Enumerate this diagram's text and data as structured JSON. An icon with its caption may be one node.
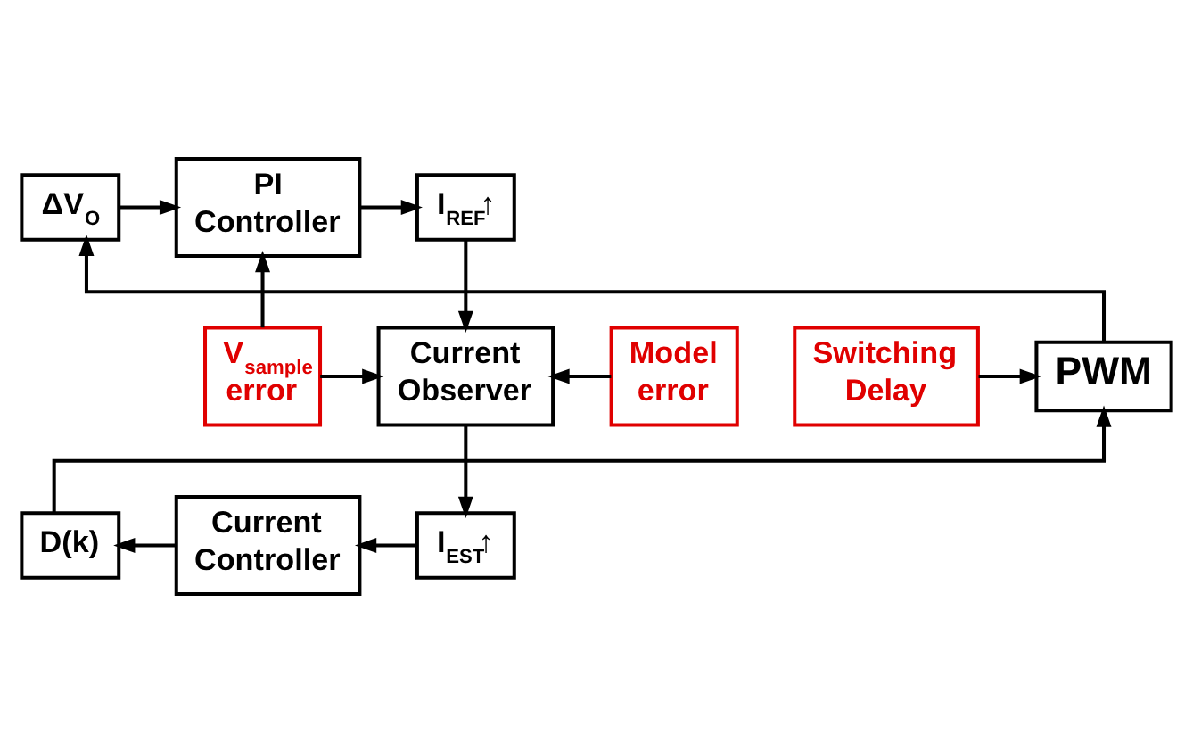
{
  "diagram": {
    "nodes": [
      {
        "text": [
          "ΔV$_{O}$"
        ]
      },
      {
        "text": [
          "PI Controller"
        ]
      },
      {
        "text": [
          "I$_{REF}$↑"
        ]
      },
      {
        "text": [
          "Switching Delay"
        ]
      },
      {
        "text": [
          "PWM"
        ]
      },
      {
        "text": [
          "V$_{sample}$ error"
        ]
      },
      {
        "text": [
          "Current Observer"
        ]
      },
      {
        "text": [
          "Model error"
        ]
      },
      {
        "text": [
          "D(k)"
        ]
      },
      {
        "text": [
          "Current Controller"
        ]
      },
      {
        "text": [
          "I$_{EST}$↑"
        ]
      }
    ],
    "edges": [
      {
        "from": 0,
        "to": 1,
        "arrow": "to"
      },
      {
        "from": 1,
        "to": 2,
        "arrow": "to"
      },
      {
        "from": 2,
        "to": 6,
        "arrow": "to"
      },
      {
        "from": 3,
        "to": 4,
        "arrow": "to"
      },
      {
        "from": 4,
        "to": 0,
        "arrow": "to"
      },
      {
        "from": 5,
        "to": 1,
        "arrow": "to"
      },
      {
        "from": 5,
        "to": 6,
        "arrow": "to"
      },
      {
        "from": 7,
        "to": 6,
        "arrow": "to"
      },
      {
        "from": 6,
        "to": 10,
        "arrow": "to"
      },
      {
        "from": 10,
        "to": 9,
        "arrow": "to"
      },
      {
        "from": 9,
        "to": 8,
        "arrow": "to"
      },
      {
        "from": 8,
        "to": 4,
        "arrow": "to"
      }
    ]
  }
}
